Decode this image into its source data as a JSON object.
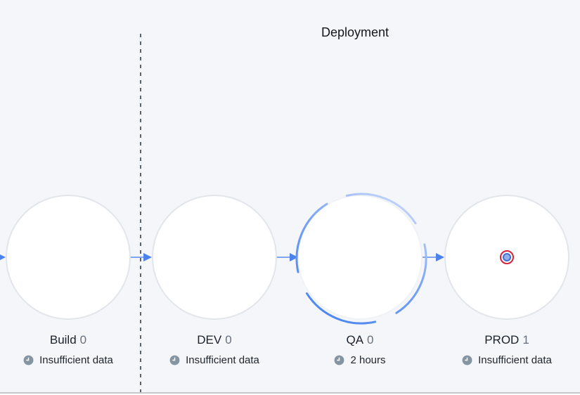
{
  "header": {
    "title": "Deployment"
  },
  "pipeline": {
    "stages": [
      {
        "name": "Build",
        "count": "0",
        "duration": "Insufficient data",
        "state": "default"
      },
      {
        "name": "DEV",
        "count": "0",
        "duration": "Insufficient data",
        "state": "default"
      },
      {
        "name": "QA",
        "count": "0",
        "duration": "2 hours",
        "state": "active"
      },
      {
        "name": "PROD",
        "count": "1",
        "duration": "Insufficient data",
        "state": "has-deployment-marker"
      }
    ]
  },
  "icons": {
    "duration_icon": "clock-icon",
    "flow_icon": "arrow-right-icon",
    "prod_marker_icon": "deployment-target-icon"
  },
  "colors": {
    "background": "#f4f6f9",
    "arrow_line_blue": "#7fa4f2",
    "arrow_head_blue": "#4b82ee",
    "active_arc_blue": "#4285f4",
    "circle_border_gray": "#e2e5ea",
    "separator_gray": "#5a6370",
    "marker_red": "#d6223a",
    "marker_blue_fill": "#92b0e6",
    "marker_blue_border": "#3e6fd8",
    "clock_gray": "#8494a2",
    "count_gray": "#66707e",
    "bottom_border_gray": "#c6c7c9"
  }
}
